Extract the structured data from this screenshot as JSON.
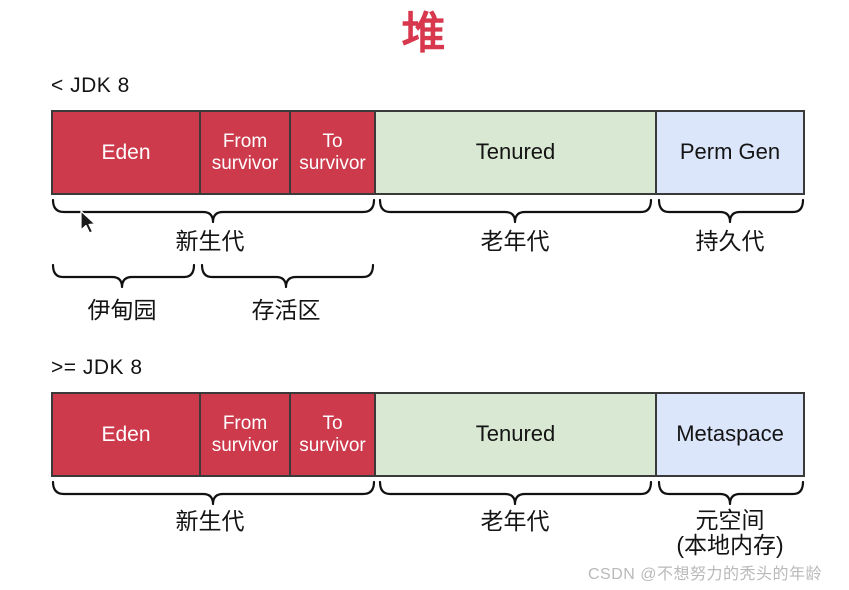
{
  "title": "堆",
  "title_color": "#d8384d",
  "colors": {
    "young_fill": "#cc3a4c",
    "old_fill": "#d9e8d2",
    "perm_fill": "#dce6fb",
    "border": "#3a3a3a",
    "text_dark": "#141414",
    "text_light": "#ffffff",
    "watermark": "#b9b9b9"
  },
  "diagrams": [
    {
      "version_label": "< JDK 8",
      "segments": [
        {
          "label": "Eden",
          "fill": "young_fill"
        },
        {
          "label": "From\nsurvivor",
          "line1": "From",
          "line2": "survivor",
          "fill": "young_fill"
        },
        {
          "label": "To\nsurvivor",
          "line1": "To",
          "line2": "survivor",
          "fill": "young_fill"
        },
        {
          "label": "Tenured",
          "fill": "old_fill"
        },
        {
          "label": "Perm Gen",
          "fill": "perm_fill"
        }
      ],
      "group_labels": [
        {
          "text": "新生代",
          "covers": "Eden + From survivor + To survivor"
        },
        {
          "text": "老年代",
          "covers": "Tenured"
        },
        {
          "text": "持久代",
          "covers": "Perm Gen"
        }
      ],
      "sub_group_labels": [
        {
          "text": "伊甸园",
          "covers": "Eden"
        },
        {
          "text": "存活区",
          "covers": "From survivor + To survivor"
        }
      ]
    },
    {
      "version_label": ">= JDK 8",
      "segments": [
        {
          "label": "Eden",
          "fill": "young_fill"
        },
        {
          "label": "From\nsurvivor",
          "line1": "From",
          "line2": "survivor",
          "fill": "young_fill"
        },
        {
          "label": "To\nsurvivor",
          "line1": "To",
          "line2": "survivor",
          "fill": "young_fill"
        },
        {
          "label": "Tenured",
          "fill": "old_fill"
        },
        {
          "label": "Metaspace",
          "fill": "perm_fill"
        }
      ],
      "group_labels": [
        {
          "text": "新生代",
          "covers": "Eden + From survivor + To survivor"
        },
        {
          "text": "老年代",
          "covers": "Tenured"
        },
        {
          "text": "元空间",
          "text_line2": "(本地内存)",
          "covers": "Metaspace"
        }
      ],
      "sub_group_labels": []
    }
  ],
  "watermark": "CSDN @不想努力的秃头的年龄"
}
